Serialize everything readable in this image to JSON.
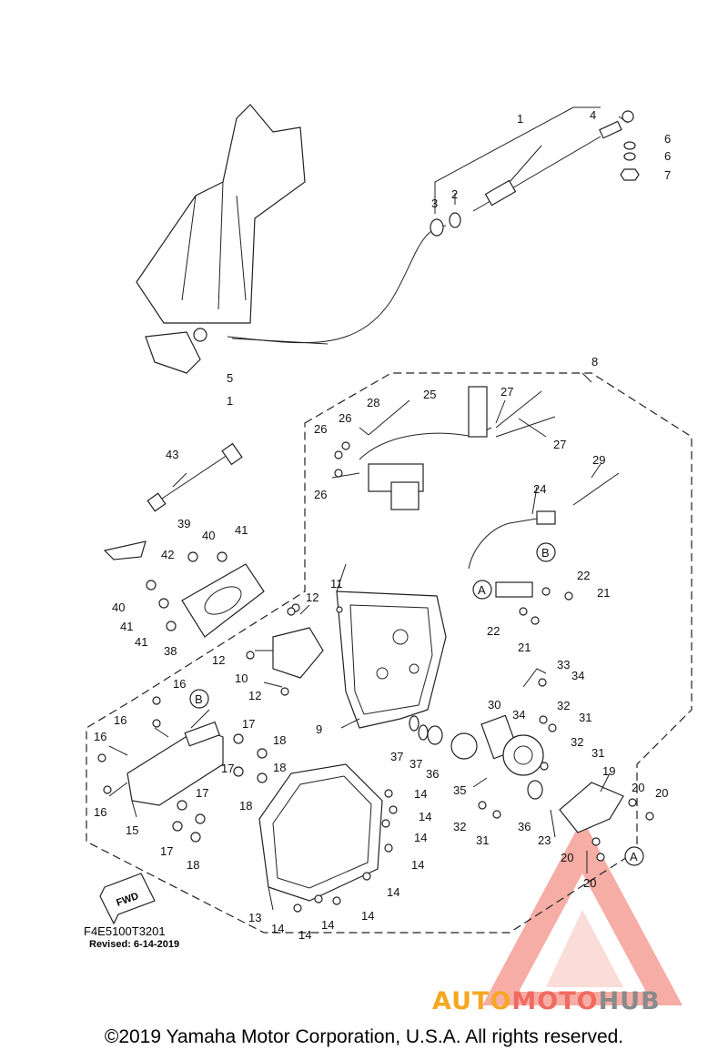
{
  "diagram": {
    "callouts": [
      {
        "id": "c1a",
        "text": "1"
      },
      {
        "id": "c1b",
        "text": "1"
      },
      {
        "id": "c2",
        "text": "2"
      },
      {
        "id": "c3",
        "text": "3"
      },
      {
        "id": "c4",
        "text": "4"
      },
      {
        "id": "c5",
        "text": "5"
      },
      {
        "id": "c6a",
        "text": "6"
      },
      {
        "id": "c6b",
        "text": "6"
      },
      {
        "id": "c7",
        "text": "7"
      },
      {
        "id": "c8",
        "text": "8"
      },
      {
        "id": "c9",
        "text": "9"
      },
      {
        "id": "c10",
        "text": "10"
      },
      {
        "id": "c11",
        "text": "11"
      },
      {
        "id": "c12a",
        "text": "12"
      },
      {
        "id": "c12b",
        "text": "12"
      },
      {
        "id": "c12c",
        "text": "12"
      },
      {
        "id": "c13",
        "text": "13"
      },
      {
        "id": "c14a",
        "text": "14"
      },
      {
        "id": "c14b",
        "text": "14"
      },
      {
        "id": "c14c",
        "text": "14"
      },
      {
        "id": "c14d",
        "text": "14"
      },
      {
        "id": "c14e",
        "text": "14"
      },
      {
        "id": "c14f",
        "text": "14"
      },
      {
        "id": "c14g",
        "text": "14"
      },
      {
        "id": "c14h",
        "text": "14"
      },
      {
        "id": "c14i",
        "text": "14"
      },
      {
        "id": "c15",
        "text": "15"
      },
      {
        "id": "c16a",
        "text": "16"
      },
      {
        "id": "c16b",
        "text": "16"
      },
      {
        "id": "c16c",
        "text": "16"
      },
      {
        "id": "c16d",
        "text": "16"
      },
      {
        "id": "c17a",
        "text": "17"
      },
      {
        "id": "c17b",
        "text": "17"
      },
      {
        "id": "c17c",
        "text": "17"
      },
      {
        "id": "c17d",
        "text": "17"
      },
      {
        "id": "c18a",
        "text": "18"
      },
      {
        "id": "c18b",
        "text": "18"
      },
      {
        "id": "c18c",
        "text": "18"
      },
      {
        "id": "c18d",
        "text": "18"
      },
      {
        "id": "c19",
        "text": "19"
      },
      {
        "id": "c20a",
        "text": "20"
      },
      {
        "id": "c20b",
        "text": "20"
      },
      {
        "id": "c20c",
        "text": "20"
      },
      {
        "id": "c20d",
        "text": "20"
      },
      {
        "id": "c21a",
        "text": "21"
      },
      {
        "id": "c21b",
        "text": "21"
      },
      {
        "id": "c22a",
        "text": "22"
      },
      {
        "id": "c22b",
        "text": "22"
      },
      {
        "id": "c23",
        "text": "23"
      },
      {
        "id": "c24",
        "text": "24"
      },
      {
        "id": "c25",
        "text": "25"
      },
      {
        "id": "c26a",
        "text": "26"
      },
      {
        "id": "c26b",
        "text": "26"
      },
      {
        "id": "c26c",
        "text": "26"
      },
      {
        "id": "c27a",
        "text": "27"
      },
      {
        "id": "c27b",
        "text": "27"
      },
      {
        "id": "c28",
        "text": "28"
      },
      {
        "id": "c29",
        "text": "29"
      },
      {
        "id": "c30",
        "text": "30"
      },
      {
        "id": "c31a",
        "text": "31"
      },
      {
        "id": "c31b",
        "text": "31"
      },
      {
        "id": "c31c",
        "text": "31"
      },
      {
        "id": "c32a",
        "text": "32"
      },
      {
        "id": "c32b",
        "text": "32"
      },
      {
        "id": "c32c",
        "text": "32"
      },
      {
        "id": "c33",
        "text": "33"
      },
      {
        "id": "c34a",
        "text": "34"
      },
      {
        "id": "c34b",
        "text": "34"
      },
      {
        "id": "c35",
        "text": "35"
      },
      {
        "id": "c36a",
        "text": "36"
      },
      {
        "id": "c36b",
        "text": "36"
      },
      {
        "id": "c37a",
        "text": "37"
      },
      {
        "id": "c37b",
        "text": "37"
      },
      {
        "id": "c38",
        "text": "38"
      },
      {
        "id": "c39",
        "text": "39"
      },
      {
        "id": "c40a",
        "text": "40"
      },
      {
        "id": "c40b",
        "text": "40"
      },
      {
        "id": "c41a",
        "text": "41"
      },
      {
        "id": "c41b",
        "text": "41"
      },
      {
        "id": "c41c",
        "text": "41"
      },
      {
        "id": "c42",
        "text": "42"
      },
      {
        "id": "c43",
        "text": "43"
      }
    ],
    "markers": [
      {
        "id": "mA1",
        "text": "A"
      },
      {
        "id": "mA2",
        "text": "A"
      },
      {
        "id": "mB1",
        "text": "B"
      },
      {
        "id": "mB2",
        "text": "B"
      }
    ],
    "fwd_label": "FWD",
    "drawing_code": "F4E5100T3201",
    "revised": "Revised: 6-14-2019"
  },
  "watermark": {
    "part1": "AUTO",
    "part2": "MOTO",
    "part3": "HUB",
    "colors": {
      "auto": "#f6a723",
      "moto": "#f06b5f",
      "hub": "#8a8a8a",
      "logo": "#f06b5f"
    }
  },
  "footer": {
    "copyright": "©2019 Yamaha Motor Corporation, U.S.A. All rights reserved."
  }
}
